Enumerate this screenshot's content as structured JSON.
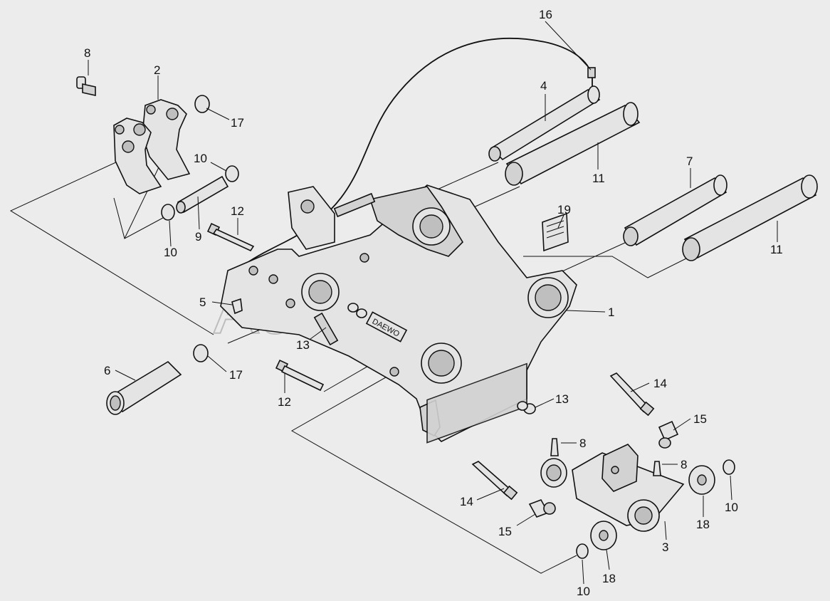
{
  "watermark": "AutoSoft",
  "callouts": [
    {
      "id": "c16",
      "label": "16"
    },
    {
      "id": "c8a",
      "label": "8"
    },
    {
      "id": "c2",
      "label": "2"
    },
    {
      "id": "c17a",
      "label": "17"
    },
    {
      "id": "c4",
      "label": "4"
    },
    {
      "id": "c10a",
      "label": "10"
    },
    {
      "id": "c11a",
      "label": "11"
    },
    {
      "id": "c7",
      "label": "7"
    },
    {
      "id": "c12a",
      "label": "12"
    },
    {
      "id": "c19",
      "label": "19"
    },
    {
      "id": "c9",
      "label": "9"
    },
    {
      "id": "c10b",
      "label": "10"
    },
    {
      "id": "c11b",
      "label": "11"
    },
    {
      "id": "c5",
      "label": "5"
    },
    {
      "id": "c1",
      "label": "1"
    },
    {
      "id": "c13a",
      "label": "13"
    },
    {
      "id": "c6",
      "label": "6"
    },
    {
      "id": "c17b",
      "label": "17"
    },
    {
      "id": "c12b",
      "label": "12"
    },
    {
      "id": "c14a",
      "label": "14"
    },
    {
      "id": "c13b",
      "label": "13"
    },
    {
      "id": "c15a",
      "label": "15"
    },
    {
      "id": "c8b",
      "label": "8"
    },
    {
      "id": "c8c",
      "label": "8"
    },
    {
      "id": "c14b",
      "label": "14"
    },
    {
      "id": "c10c",
      "label": "10"
    },
    {
      "id": "c18a",
      "label": "18"
    },
    {
      "id": "c15b",
      "label": "15"
    },
    {
      "id": "c3",
      "label": "3"
    },
    {
      "id": "c18b",
      "label": "18"
    },
    {
      "id": "c10d",
      "label": "10"
    }
  ]
}
